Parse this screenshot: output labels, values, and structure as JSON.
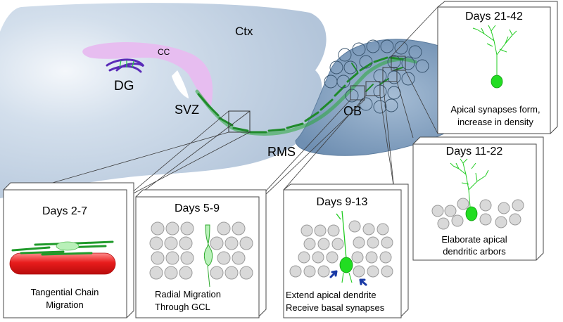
{
  "regions": {
    "ctx": "Ctx",
    "cc": "CC",
    "dg": "DG",
    "svz": "SVZ",
    "rms": "RMS",
    "ob": "OB"
  },
  "panels": {
    "p1": {
      "title": "Days 2-7",
      "caption": [
        "Tangential Chain",
        "Migration"
      ]
    },
    "p2": {
      "title": "Days 5-9",
      "caption": [
        "Radial Migration",
        "Through GCL"
      ]
    },
    "p3": {
      "title": "Days 9-13",
      "caption": [
        "Extend apical dendrite",
        "Receive basal synapses"
      ]
    },
    "p4": {
      "title": "Days 11-22",
      "caption": [
        "Elaborate apical",
        "dendritic arbors"
      ]
    },
    "p5": {
      "title": "Days 21-42",
      "caption": [
        "Apical synapses form,",
        "increase in density"
      ]
    }
  },
  "colors": {
    "brain": "#c3d2e3",
    "ob": "#7e9bbb",
    "neuron": "#22dd22",
    "chain": "#1f8a2a",
    "vessel": "#e01818",
    "dg": "#5a2bb8",
    "cc": "#e7bdf0",
    "arrow": "#1a3aa6"
  }
}
